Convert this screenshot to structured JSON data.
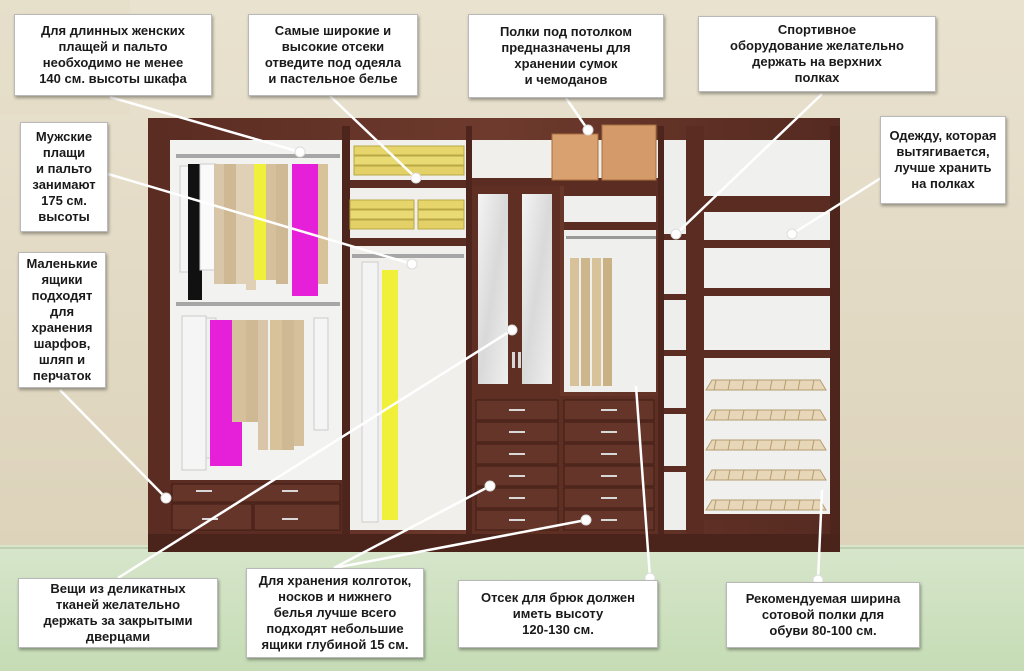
{
  "callouts": {
    "long_coats": "Для длинных женских\nплащей и пальто\nнеобходимо не менее\n140 см. высоты шкафа",
    "wide_tall": "Самые широкие и\nвысокие отсеки\nотведите под одеяла\nи пастельное белье",
    "ceiling_shelves": "Полки под потолком\nпредназначены для\nхранении сумок\nи чемоданов",
    "sports": "Спортивное\nоборудование желательно\nдержать на верхних\nполках",
    "stretch_clothes": "Одежду, которая\nвытягивается,\nлучше хранить\nна полках",
    "mens_coats": "Мужские\nплащи\nи пальто\nзанимают\n175 см.\nвысоты",
    "small_drawers": "Маленькие\nящики\nподходят\nдля\nхранения\nшарфов,\nшляп и\nперчаток",
    "delicate": "Вещи из деликатных\nтканей желательно\nдержать за закрытыми\nдверцами",
    "tights": "Для хранения колготок,\nносков и нижнего\nбелья лучше всего\nподходят небольшие\nящики глубиной 15 см.",
    "trousers": "Отсек для брюк должен\nиметь высоту\n120-130 см.",
    "shoes": "Рекомендуемая ширина\nсотовой полки для\nобуви 80-100 см."
  }
}
